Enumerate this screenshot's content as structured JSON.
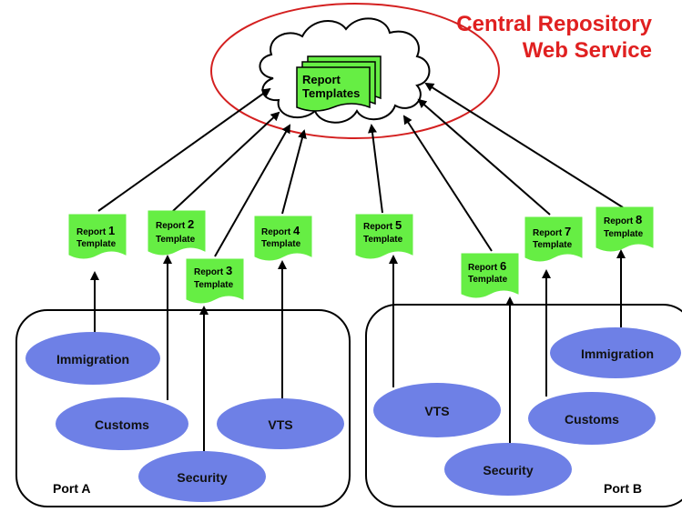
{
  "repository": {
    "title_line1": "Central Repository",
    "title_line2": "Web Service",
    "cloud_label_line1": "Report",
    "cloud_label_line2": "Templates",
    "title_color": "#e02020",
    "ellipse_color": "#d42020"
  },
  "templates": [
    {
      "word": "Report",
      "num": "1",
      "sub": "Template"
    },
    {
      "word": "Report",
      "num": "2",
      "sub": "Template"
    },
    {
      "word": "Report",
      "num": "3",
      "sub": "Template"
    },
    {
      "word": "Report",
      "num": "4",
      "sub": "Template"
    },
    {
      "word": "Report",
      "num": "5",
      "sub": "Template"
    },
    {
      "word": "Report",
      "num": "6",
      "sub": "Template"
    },
    {
      "word": "Report",
      "num": "7",
      "sub": "Template"
    },
    {
      "word": "Report",
      "num": "8",
      "sub": "Template"
    }
  ],
  "ports": {
    "a": {
      "label": "Port A",
      "agencies": [
        "Immigration",
        "Customs",
        "Security",
        "VTS"
      ]
    },
    "b": {
      "label": "Port B",
      "agencies": [
        "Immigration",
        "VTS",
        "Customs",
        "Security"
      ]
    }
  },
  "colors": {
    "template_fill": "#66ee44",
    "agency_fill": "#6e80e6",
    "line": "#000000"
  }
}
